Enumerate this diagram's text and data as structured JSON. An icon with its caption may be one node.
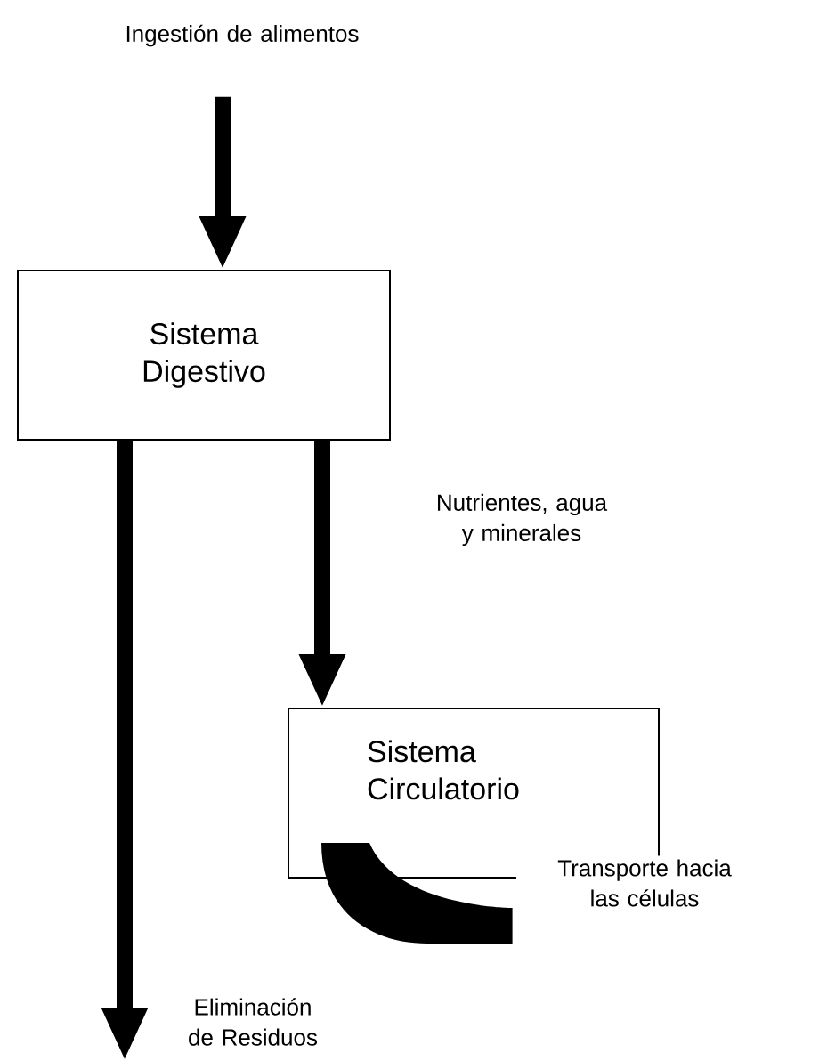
{
  "diagram": {
    "nodes": [
      {
        "text": [
          "Ingestión de alimentos"
        ]
      },
      {
        "text": [
          "Sistema Digestivo"
        ]
      },
      {
        "text": [
          "Sistema Circulatorio"
        ]
      },
      {
        "text": [
          "Transporte hacia las células"
        ]
      }
    ],
    "edges": [
      {
        "from": 0,
        "to": 1,
        "arrow": "to"
      },
      {
        "from": 1,
        "to": null,
        "arrow": "to",
        "label": "Eliminación de Residuos"
      },
      {
        "from": 1,
        "to": 2,
        "arrow": "to",
        "label": "Nutrientes, agua y minerales"
      },
      {
        "from": 2,
        "to": 3,
        "arrow": "none"
      }
    ]
  }
}
